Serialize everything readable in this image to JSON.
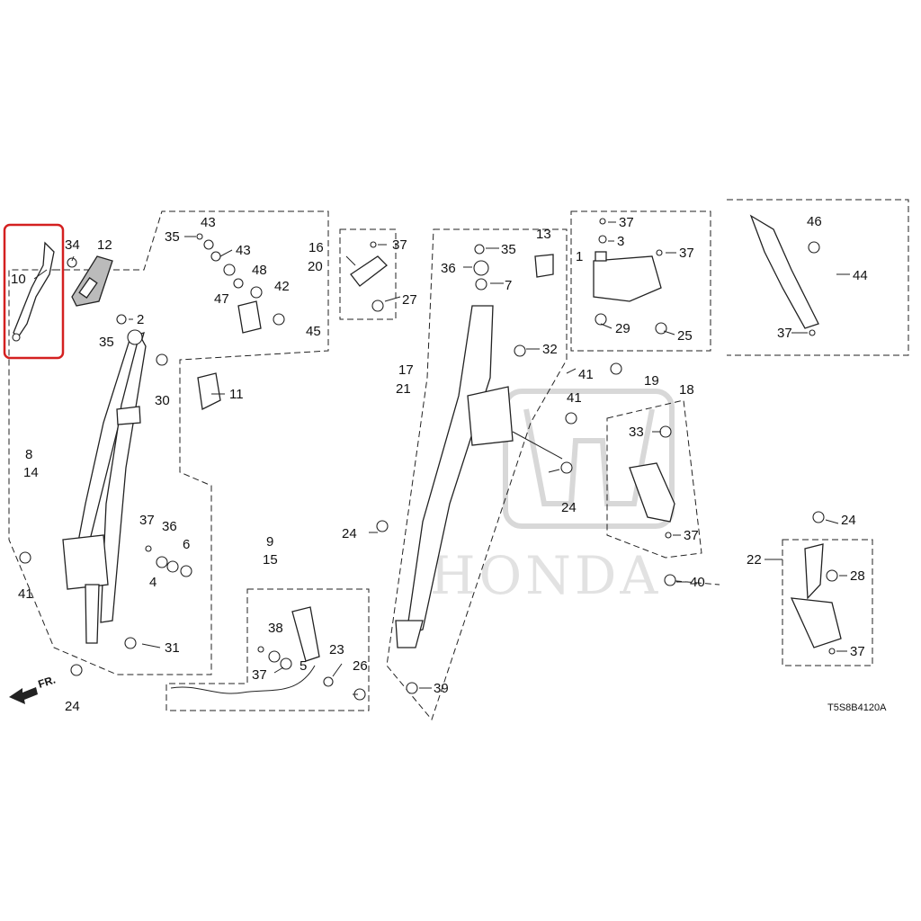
{
  "watermark": {
    "brand": "HONDA"
  },
  "diagram_code": "T5S8B4120A",
  "front_marker": "FR.",
  "highlight_color": "#d42020",
  "callouts": [
    "10",
    "34",
    "12",
    "2",
    "35",
    "30",
    "11",
    "43",
    "35",
    "43",
    "48",
    "47",
    "42",
    "45",
    "8",
    "14",
    "37",
    "36",
    "6",
    "4",
    "41",
    "31",
    "24",
    "9",
    "15",
    "38",
    "37",
    "5",
    "23",
    "26",
    "16",
    "20",
    "37",
    "27",
    "13",
    "35",
    "36",
    "7",
    "32",
    "17",
    "21",
    "24",
    "41",
    "41",
    "24",
    "39",
    "37",
    "3",
    "1",
    "37",
    "29",
    "25",
    "19",
    "18",
    "33",
    "37",
    "40",
    "46",
    "44",
    "37",
    "24",
    "22",
    "28",
    "37"
  ]
}
